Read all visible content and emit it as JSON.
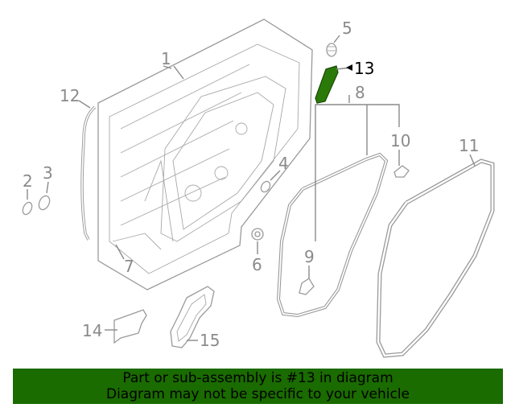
{
  "colors": {
    "banner_background": "#1a6b00",
    "highlight_part": "#2a7a0a",
    "line_gray": "#8a8a8a"
  },
  "callouts": {
    "c1": "1",
    "c2": "2",
    "c3": "3",
    "c4": "4",
    "c5": "5",
    "c6": "6",
    "c7": "7",
    "c8": "8",
    "c9": "9",
    "c10": "10",
    "c11": "11",
    "c12": "12",
    "c13": "13",
    "c14": "14",
    "c15": "15"
  },
  "highlighted_callout": "13",
  "banner": {
    "line1": "Part or sub-assembly is #13 in diagram",
    "line2": "Diagram may not be specific to your vehicle"
  }
}
